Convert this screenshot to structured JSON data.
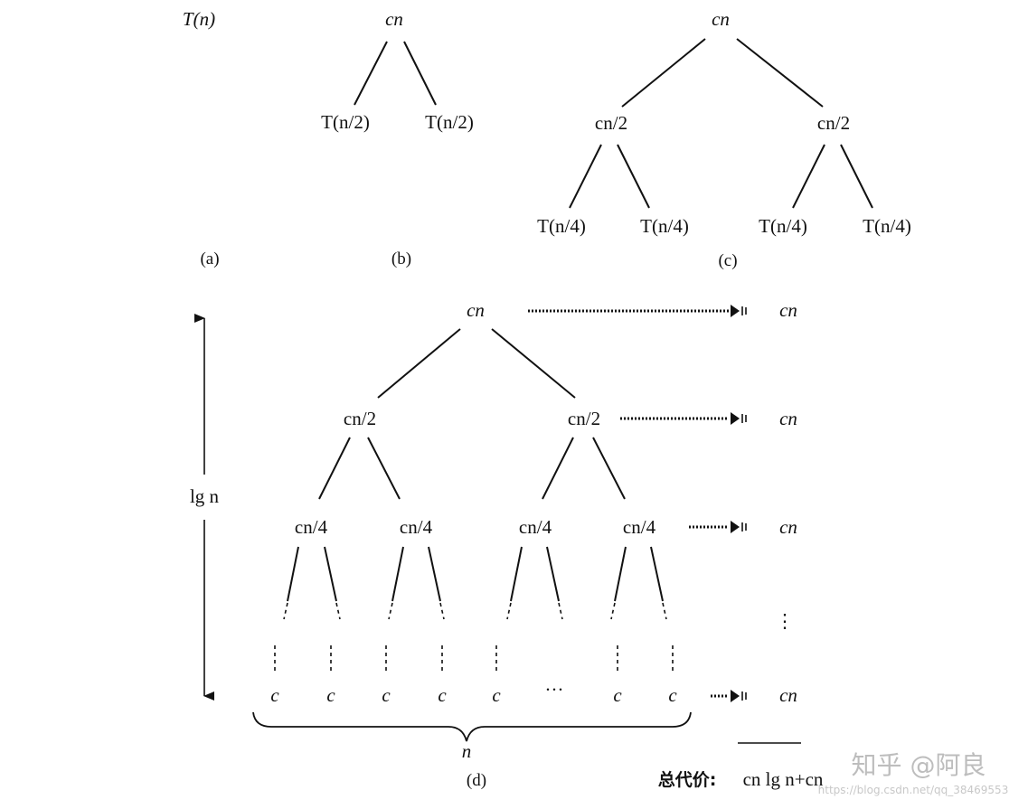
{
  "panel_a": {
    "root": "T(n)",
    "caption": "(a)"
  },
  "panel_b": {
    "root": "cn",
    "child_left": "T(n/2)",
    "child_right": "T(n/2)",
    "caption": "(b)"
  },
  "panel_c": {
    "root": "cn",
    "level1": [
      "cn/2",
      "cn/2"
    ],
    "level2": [
      "T(n/4)",
      "T(n/4)",
      "T(n/4)",
      "T(n/4)"
    ],
    "caption": "(c)"
  },
  "panel_d": {
    "root": "cn",
    "level1": [
      "cn/2",
      "cn/2"
    ],
    "level2": [
      "cn/4",
      "cn/4",
      "cn/4",
      "cn/4"
    ],
    "leaves": [
      "c",
      "c",
      "c",
      "c",
      "c",
      "c",
      "c"
    ],
    "leaf_gap": "···",
    "height_label": "lg n",
    "width_label": "n",
    "row_costs": [
      "cn",
      "cn",
      "cn",
      "cn"
    ],
    "cost_ellipsis": "⋮",
    "total_label": "总代价:",
    "total_value": "cn lg n+cn",
    "caption": "(d)"
  },
  "watermark": {
    "brand": "知乎 @阿良",
    "url": "https://blog.csdn.net/qq_38469553"
  }
}
